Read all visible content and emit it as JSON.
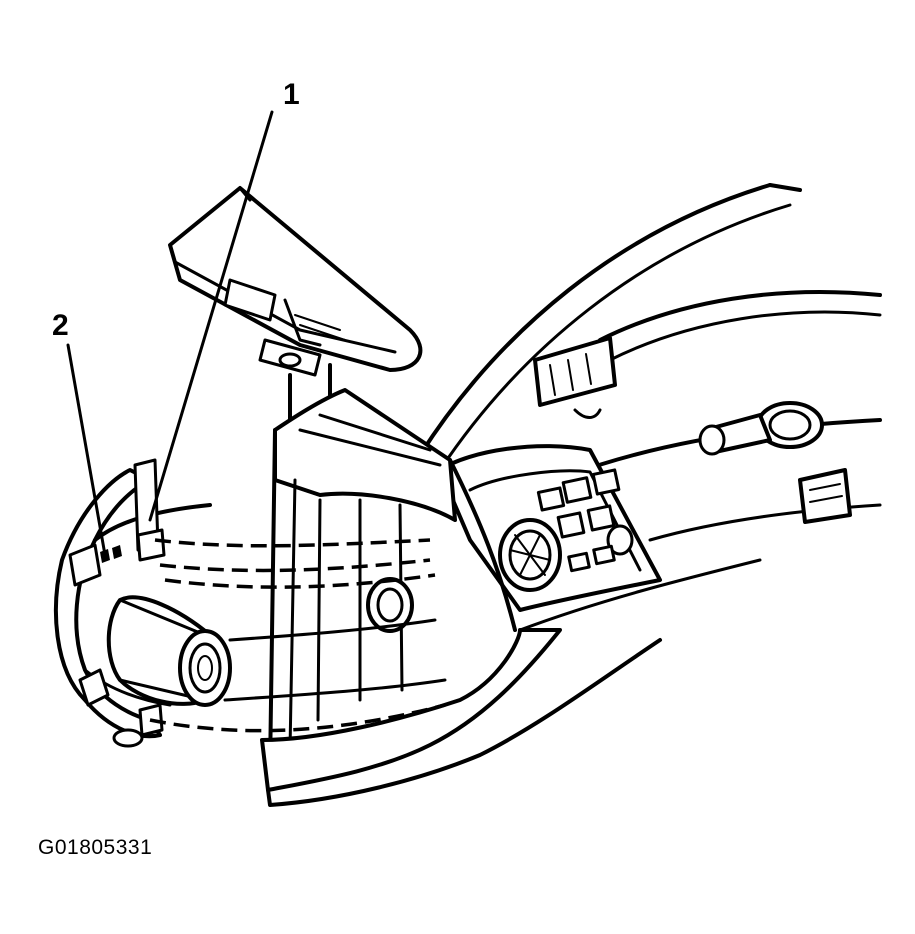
{
  "figure_id": "G01805331",
  "callouts": [
    {
      "label": "1"
    },
    {
      "label": "2"
    }
  ],
  "colors": {
    "line": "#000000",
    "background": "#ffffff"
  }
}
